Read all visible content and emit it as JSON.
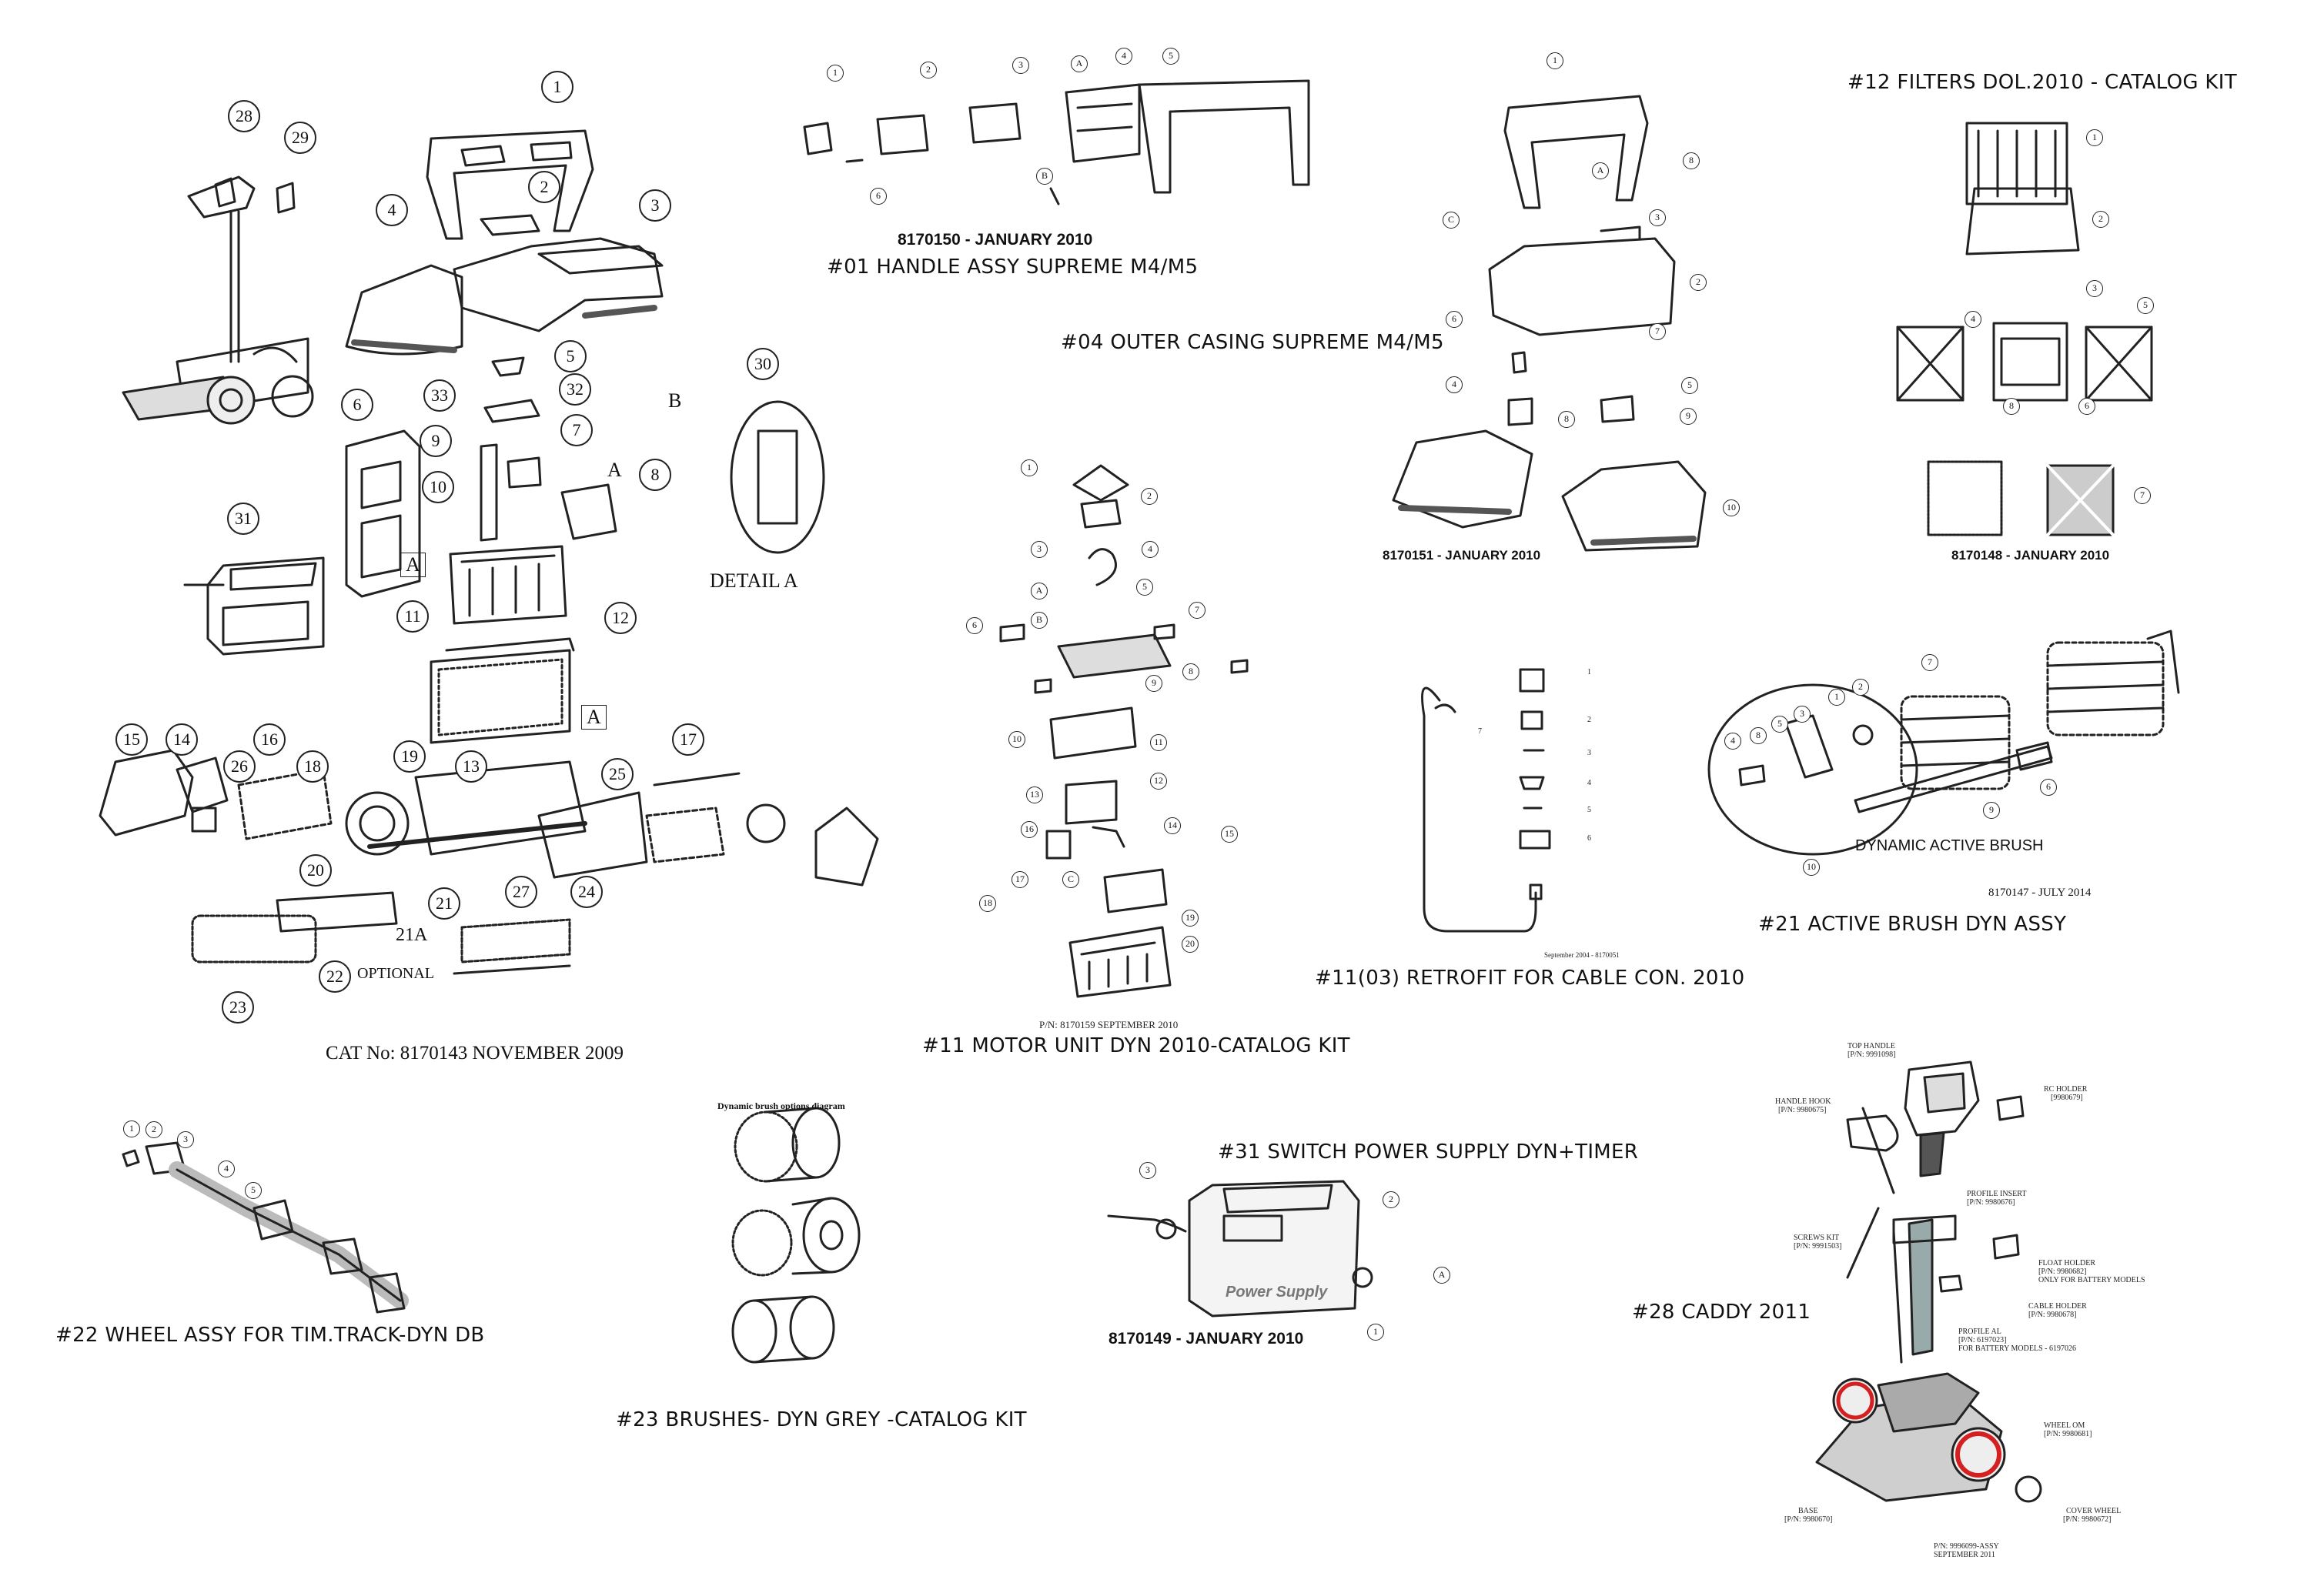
{
  "main_catalog": {
    "callouts": [
      "28",
      "29",
      "1",
      "2",
      "3",
      "4",
      "5",
      "30",
      "33",
      "32",
      "9",
      "7",
      "10",
      "8",
      "A",
      "B",
      "6",
      "A",
      "11",
      "31",
      "12",
      "A",
      "15",
      "14",
      "16",
      "26",
      "18",
      "19",
      "13",
      "25",
      "17",
      "20",
      "27",
      "24",
      "21",
      "21A",
      "22",
      "23"
    ],
    "detail_label": "DETAIL A",
    "optional_label": "OPTIONAL",
    "cat_no": "CAT No: 8170143 NOVEMBER 2009"
  },
  "handle_assy": {
    "callouts": [
      "1",
      "2",
      "3",
      "A",
      "4",
      "5",
      "6",
      "B"
    ],
    "code": "8170150 - JANUARY 2010",
    "title": "#01 HANDLE ASSY SUPREME M4/M5"
  },
  "outer_casing": {
    "title": "#04 OUTER CASING SUPREME M4/M5",
    "callouts": [
      "1",
      "A",
      "8",
      "C",
      "3",
      "2",
      "6",
      "7",
      "4",
      "5",
      "9",
      "8",
      "10"
    ],
    "code": "8170151 - JANUARY 2010"
  },
  "filters": {
    "title": "#12 FILTERS DOL.2010 - CATALOG KIT",
    "callouts": [
      "1",
      "2",
      "3",
      "4",
      "5",
      "8",
      "6",
      "7"
    ],
    "code": "8170148 - JANUARY 2010"
  },
  "motor_unit": {
    "callouts": [
      "1",
      "2",
      "3",
      "4",
      "A",
      "5",
      "B",
      "6",
      "7",
      "8",
      "9",
      "10",
      "11",
      "12",
      "13",
      "14",
      "15",
      "16",
      "C",
      "17",
      "18",
      "19",
      "20"
    ],
    "pn": "P/N: 8170159 SEPTEMBER 2010",
    "title": "#11 MOTOR UNIT DYN 2010-CATALOG KIT"
  },
  "retrofit": {
    "callouts": [
      "1",
      "2",
      "3",
      "4",
      "5",
      "6",
      "7"
    ],
    "date": "September 2004 - 8170051",
    "title": "#11(03) RETROFIT FOR CABLE CON. 2010"
  },
  "active_brush": {
    "callouts": [
      "7",
      "2",
      "4",
      "8",
      "5",
      "3",
      "1",
      "6",
      "9",
      "10"
    ],
    "label": "DYNAMIC ACTIVE BRUSH",
    "code": "8170147 - JULY 2014",
    "title": "#21 ACTIVE BRUSH DYN ASSY"
  },
  "caddy": {
    "labels": {
      "top_handle": "TOP HANDLE",
      "top_handle_pn": "[P/N: 9991098]",
      "handle_hook": "HANDLE HOOK",
      "handle_hook_pn": "[P/N: 9980675]",
      "rc_holder": "RC HOLDER",
      "rc_holder_pn": "[9980679]",
      "profile_insert": "PROFILE INSERT",
      "profile_insert_pn": "[P/N: 9980676]",
      "screws_kit": "SCREWS KIT",
      "screws_kit_pn": "[P/N: 9991503]",
      "float_holder": "FLOAT HOLDER",
      "float_holder_pn": "[P/N: 9980682]",
      "float_holder_note": "ONLY FOR BATTERY MODELS",
      "cable_holder": "CABLE HOLDER",
      "cable_holder_pn": "[P/N: 9980678]",
      "profile_al": "PROFILE AL",
      "profile_al_pn": "[P/N: 6197023]",
      "profile_al_note": "FOR BATTERY MODELS - 6197026",
      "wheel_om": "WHEEL OM",
      "wheel_om_pn": "[P/N: 9980681]",
      "base": "BASE",
      "base_pn": "[P/N: 9980670]",
      "cover_wheel": "COVER WHEEL",
      "cover_wheel_pn": "[P/N: 9980672]"
    },
    "pn_assy": "P/N: 9996099-ASSY",
    "date": "SEPTEMBER 2011",
    "title": "#28 CADDY 2011"
  },
  "power_supply": {
    "title": "#31 SWITCH POWER SUPPLY DYN+TIMER",
    "callouts": [
      "3",
      "2",
      "A",
      "1"
    ],
    "box_label": "Power Supply",
    "code": "8170149 - JANUARY 2010"
  },
  "wheel_assy": {
    "callouts": [
      "1",
      "2",
      "3",
      "4",
      "5"
    ],
    "title": "#22 WHEEL ASSY FOR TIM.TRACK-DYN DB"
  },
  "brushes": {
    "diagram_title": "Dynamic brush options diagram",
    "title": "#23 BRUSHES- DYN GREY -CATALOG KIT"
  },
  "colors": {
    "ink": "#111111",
    "accent_red": "#d42020",
    "bg": "#ffffff"
  }
}
